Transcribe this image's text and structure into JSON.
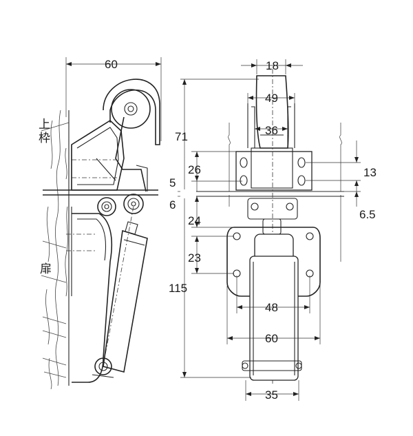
{
  "side_view": {
    "frame_label": "上\n枠",
    "door_label": "扉",
    "dim_width": "60"
  },
  "front_view": {
    "dim_18": "18",
    "dim_49": "49",
    "dim_36": "36",
    "dim_71": "71",
    "dim_26": "26",
    "dim_5": "5",
    "dim_6": "6",
    "dim_24": "24",
    "dim_23": "23",
    "dim_115": "115",
    "dim_13": "13",
    "dim_6_5": "6.5",
    "dim_48": "48",
    "dim_60": "60",
    "dim_35": "35"
  },
  "colors": {
    "line": "#222222",
    "background": "#ffffff"
  }
}
